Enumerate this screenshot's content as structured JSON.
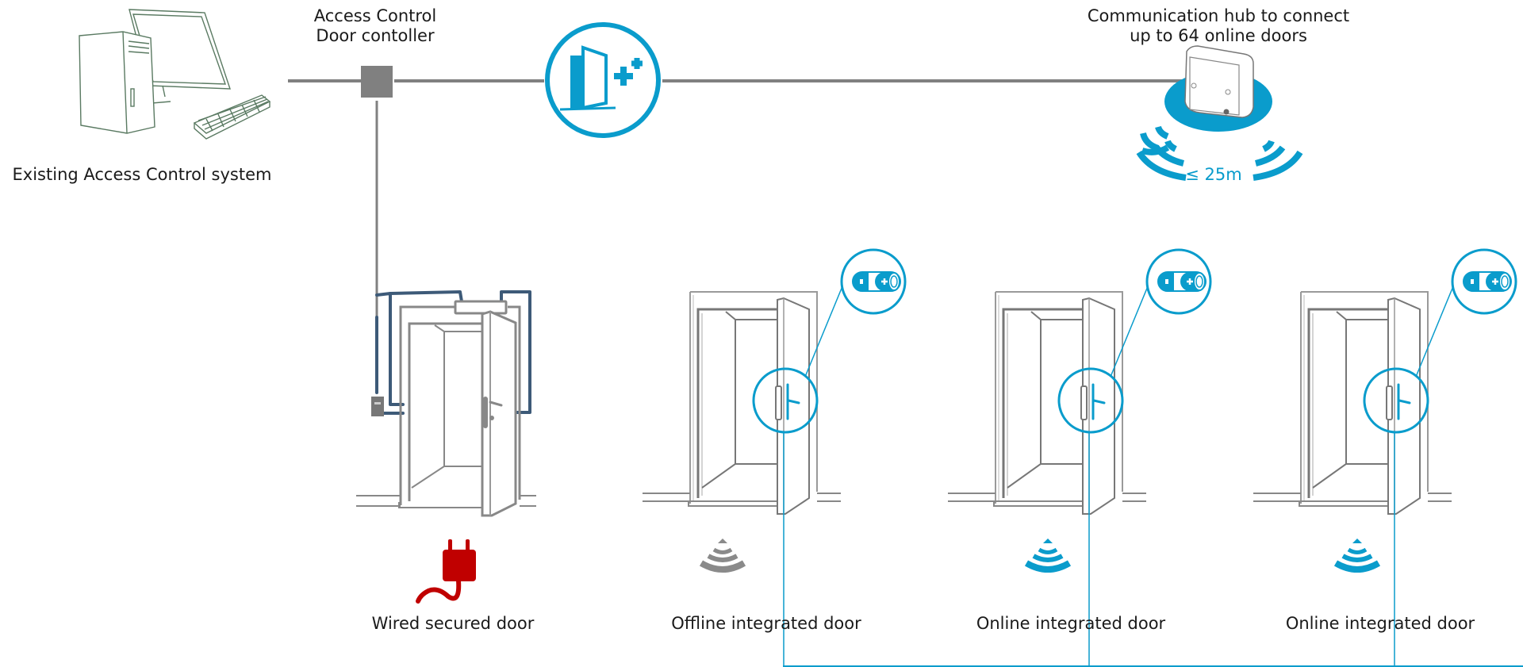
{
  "labels": {
    "existing_system": "Existing Access Control system",
    "door_controller_line1": "Access Control",
    "door_controller_line2": "Door contoller",
    "hub_line1": "Communication hub to connect",
    "hub_line2": "up to 64 online doors",
    "range": "≤ 25m"
  },
  "doors": [
    {
      "label": "Wired secured door",
      "type": "wired",
      "status_icon": "power-plug-icon"
    },
    {
      "label": "Offline integrated door",
      "type": "offline",
      "status_icon": "wireless-signal-icon"
    },
    {
      "label": "Online integrated door",
      "type": "online",
      "status_icon": "wireless-signal-icon"
    },
    {
      "label": "Online integrated door",
      "type": "online",
      "status_icon": "wireless-signal-icon"
    }
  ],
  "colors": {
    "accent_blue": "#0a9ccc",
    "cable_gray": "#808080",
    "wire_navy": "#3d5a78",
    "plug_red": "#c00000",
    "offline_gray": "#8a8a8a",
    "computer_green": "#5a7a62"
  }
}
